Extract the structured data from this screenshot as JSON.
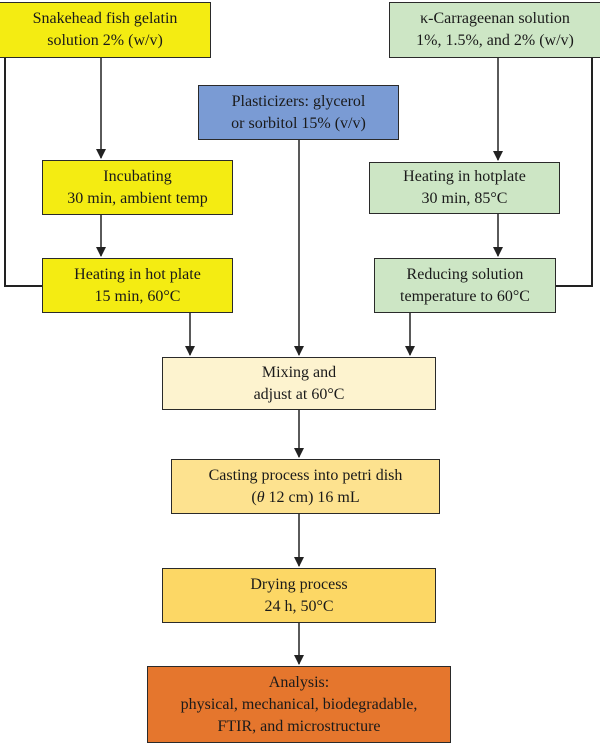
{
  "nodes": {
    "gelatin": {
      "line1": "Snakehead fish gelatin",
      "line2": "solution 2% (w/v)"
    },
    "carrageenan": {
      "line1": "κ-Carrageenan solution",
      "line2": "1%, 1.5%, and 2% (w/v)"
    },
    "plasticizer": {
      "line1": "Plasticizers: glycerol",
      "line2": "or sorbitol 15% (v/v)"
    },
    "incubating": {
      "line1": "Incubating",
      "line2": "30 min, ambient temp"
    },
    "heat_green": {
      "line1": "Heating in hotplate",
      "line2": "30 min, 85°C"
    },
    "heat_yellow": {
      "line1": "Heating in hot plate",
      "line2": "15 min, 60°C"
    },
    "reducing": {
      "line1": "Reducing solution",
      "line2": "temperature to 60°C"
    },
    "mixing": {
      "line1": "Mixing and",
      "line2": "adjust at 60°C"
    },
    "casting": {
      "line1": "Casting process into petri dish",
      "line2_pre": "(",
      "line2_theta": "θ",
      "line2_post": " 12 cm) 16 mL"
    },
    "drying": {
      "line1": "Drying process",
      "line2": "24 h, 50°C"
    },
    "analysis": {
      "line1": "Analysis:",
      "line2": "physical, mechanical, biodegradable,",
      "line3": "FTIR, and microstructure"
    }
  },
  "colors": {
    "gelatin_yellow": "#f4ec12",
    "carrageenan_green": "#cde6c5",
    "plasticizer_blue": "#7a9bd4",
    "mixing_cream": "#fdf3cf",
    "casting_gold": "#fde28f",
    "drying_gold": "#fcd765",
    "analysis_orange": "#e5762d"
  }
}
